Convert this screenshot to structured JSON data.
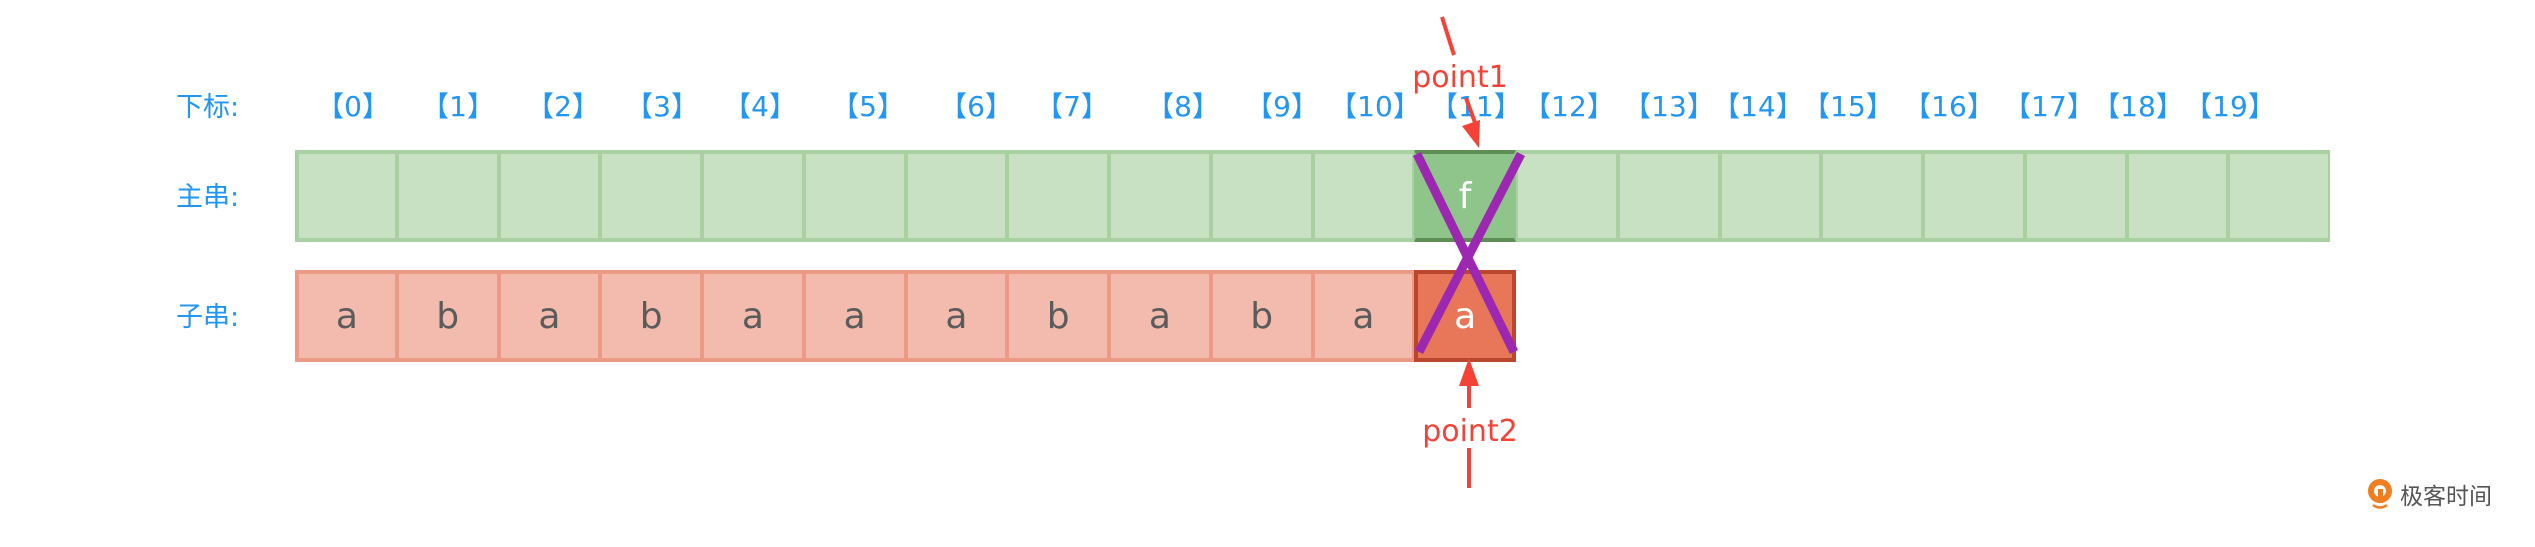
{
  "labels": {
    "index_row": "下标:",
    "main_row": "主串:",
    "sub_row": "子串:"
  },
  "indices": [
    "【0】",
    "【1】",
    "【2】",
    "【3】",
    "【4】",
    "【5】",
    "【6】",
    "【7】",
    "【8】",
    "【9】",
    "【10】",
    "【11】",
    "【12】",
    "【13】",
    "【14】",
    "【15】",
    "【16】",
    "【17】",
    "【18】",
    "【19】"
  ],
  "main_string": {
    "length": 20,
    "cells": [
      "",
      "",
      "",
      "",
      "",
      "",
      "",
      "",
      "",
      "",
      "",
      "f",
      "",
      "",
      "",
      "",
      "",
      "",
      "",
      ""
    ],
    "highlight_index": 11
  },
  "sub_string": {
    "cells": [
      "a",
      "b",
      "a",
      "b",
      "a",
      "a",
      "a",
      "b",
      "a",
      "b",
      "a",
      "a"
    ],
    "highlight_index": 11
  },
  "mismatch_mark": "X",
  "pointers": {
    "point1": {
      "label": "point1",
      "target": "main_string",
      "index": 11
    },
    "point2": {
      "label": "point2",
      "target": "sub_string",
      "index": 11
    }
  },
  "logo": {
    "text": "极客时间"
  },
  "colors": {
    "label_blue": "#2196f3",
    "main_fill": "#c8e1c3",
    "main_border": "#a9d0a1",
    "main_highlight_fill": "#8fc48a",
    "main_highlight_border": "#5d8f55",
    "sub_fill": "#f2bbad",
    "sub_border": "#ec9a86",
    "sub_highlight_fill": "#e8775a",
    "sub_highlight_border": "#b9472e",
    "pointer_red": "#f44336",
    "cross_purple": "#9c27b0",
    "logo_orange": "#f07d1f"
  }
}
